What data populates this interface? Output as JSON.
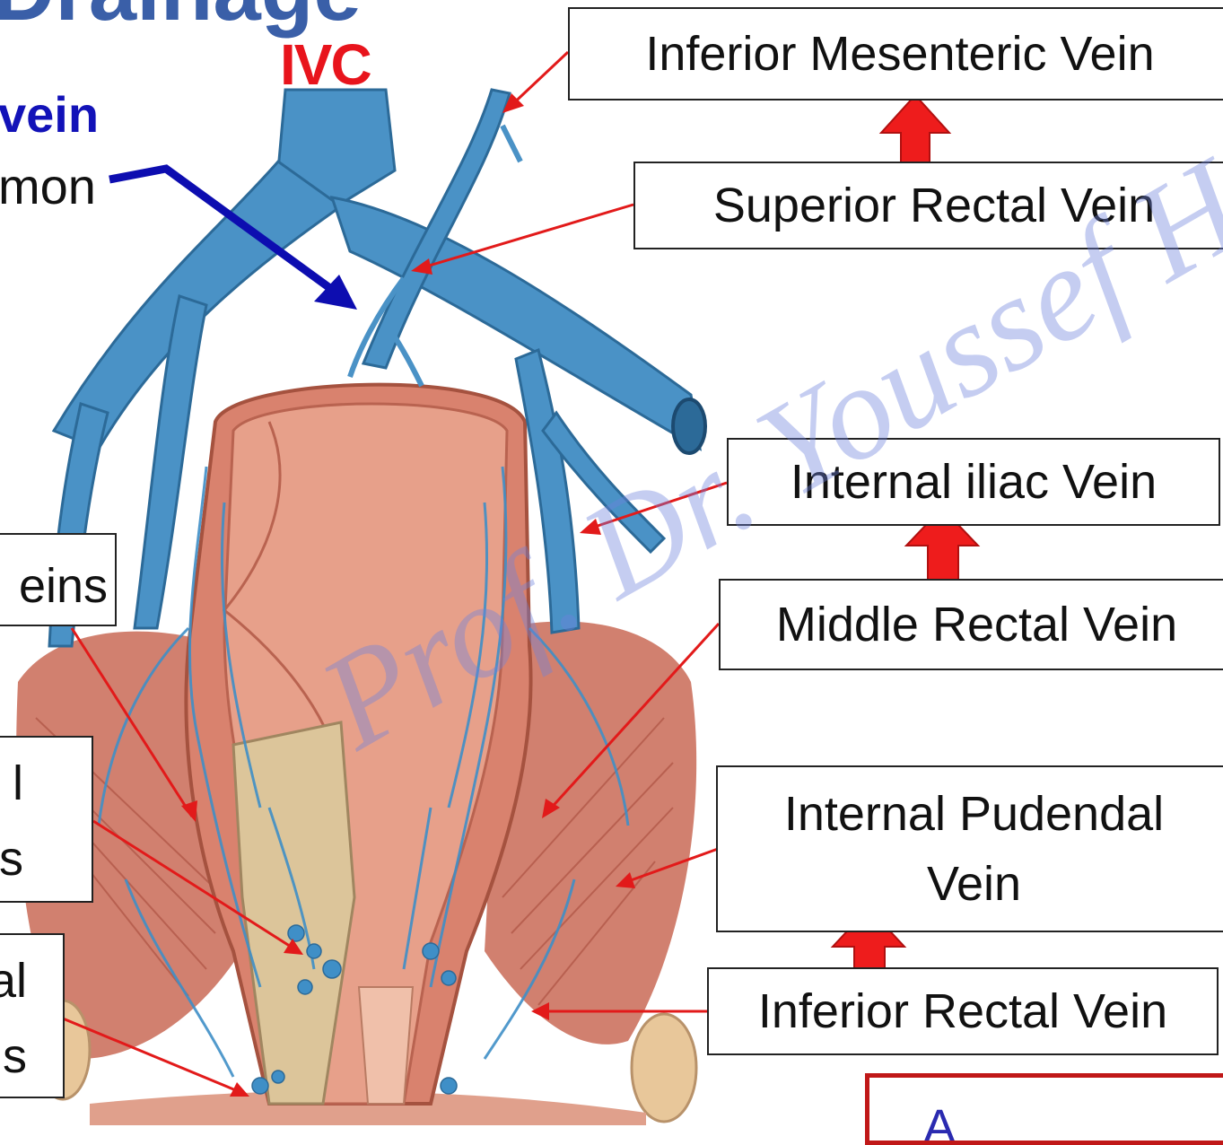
{
  "title_fragment": "Drainage",
  "ivc_label": "IVC",
  "left_text": {
    "blue_word": "vein",
    "black_word": "mon"
  },
  "labels": {
    "inferior_mesenteric": "Inferior Mesenteric Vein",
    "superior_rectal": "Superior Rectal Vein",
    "internal_iliac": "Internal iliac Vein",
    "middle_rectal": "Middle Rectal Vein",
    "internal_pudendal_line1": "Internal Pudendal",
    "internal_pudendal_line2": "Vein",
    "inferior_rectal": "Inferior Rectal Vein"
  },
  "left_boxes": {
    "box1": "eins",
    "box2_line1": "l",
    "box2_line2": "s",
    "box3_line1": "al",
    "box3_line2": "s"
  },
  "watermark": "Prof. Dr. Youssef Hu",
  "bottom_box_fragment": "A",
  "colors": {
    "vein_blue": "#4a92c6",
    "arrow_red": "#e21a1a",
    "pointer_blue": "#0d0db0",
    "tissue": "#d9826e"
  }
}
